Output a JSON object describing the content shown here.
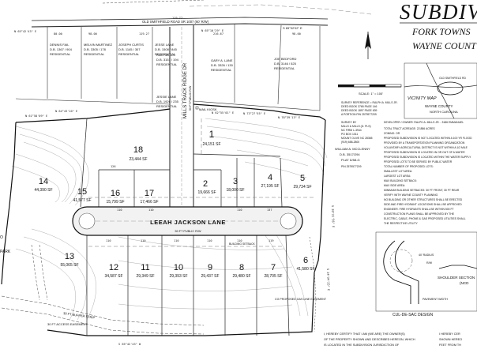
{
  "title": {
    "main": "SUBDIVIS",
    "township": "FORK TOWNS",
    "county": "WAYNE COUNT"
  },
  "road_top": "OLD SMITHFIELD ROAD SR 1007 (60' R/W)",
  "road_top_right": "S 65°02'02\" E",
  "main_street": {
    "name": "LEEAH JACKSON LANE",
    "rw": "50 FT PUBLIC R/W"
  },
  "side_street": {
    "name": "MILLS TRACK RIDGE DR",
    "rw": "50 FT PUBLIC R/W"
  },
  "lots": [
    {
      "num": "1",
      "area": "24,151 SF"
    },
    {
      "num": "2",
      "area": "19,666 SF"
    },
    {
      "num": "3",
      "area": "18,000 SF"
    },
    {
      "num": "4",
      "area": "27,195 SF"
    },
    {
      "num": "5",
      "area": "29,734 SF"
    },
    {
      "num": "6",
      "area": "41,580 SF"
    },
    {
      "num": "7",
      "area": "28,705 SF"
    },
    {
      "num": "8",
      "area": "29,480 SF"
    },
    {
      "num": "9",
      "area": "29,437 SF"
    },
    {
      "num": "10",
      "area": "29,393 SF"
    },
    {
      "num": "11",
      "area": "29,349 SF"
    },
    {
      "num": "12",
      "area": "34,587 SF"
    },
    {
      "num": "13",
      "area": "55,065 SF"
    },
    {
      "num": "14",
      "area": "44,390 SF"
    },
    {
      "num": "15",
      "area": "41,577 SF"
    },
    {
      "num": "16",
      "area": "15,799 SF"
    },
    {
      "num": "17",
      "area": "17,466 SF"
    },
    {
      "num": "18",
      "area": "23,444 SF"
    }
  ],
  "adjacent_owners": [
    {
      "name": "DENNIS FAIL",
      "ref": "D.B. 1367 / 904",
      "use": "RESIDENTIAL"
    },
    {
      "name": "MELVIN MARTINEZ",
      "ref": "D.B. 3305 / 178",
      "use": "RESIDENTIAL"
    },
    {
      "name": "JOSEPH CURTIS",
      "ref": "D.B. 1145 / 307",
      "use": "RESIDENTIAL"
    },
    {
      "name": "JESSE LANE",
      "ref": "D.B. 1508 / 845",
      "use": "RESIDENTIAL"
    },
    {
      "name": "RACT3B LLC",
      "ref": "D.B. 3151 / 194",
      "use": "RESIDENTIAL"
    },
    {
      "name": "JESSIE LANE",
      "ref": "D.B. 1926 / 235",
      "use": "RESIDENTIAL"
    },
    {
      "name": "GARY A. LANE",
      "ref": "D.B. 3326 / 130",
      "use": "RESIDENTIAL"
    },
    {
      "name": "JOE BEDFORD",
      "ref": "D.B. 3146 / 525",
      "use": "RESIDENTIAL"
    }
  ],
  "owner_right": {
    "name": "WILLIAM A. MCCLENNY",
    "ref": "D.B. 3517/294",
    "plat": "PLAT D/58-G"
  },
  "mail_kiosk": "MAIL KIOSK",
  "easements": {
    "access": "30 FT ACCESS EASEMENT",
    "buffer": "30 FT BUFFER STRIP",
    "gas": "CG PROPOSED GAS LINE EASEMENT",
    "building": "BUILDING SETBACK"
  },
  "scale": "SCALE: 1\" = 100'",
  "vicinity": {
    "title": "VICINITY MAP",
    "county": "WAYNE COUNTY",
    "state": "NORTH CAROLINA",
    "road": "OLD SMITHFIELD RD"
  },
  "notes_heading": "DEVELOPER / OWNER: RALPH A. MILLS JR. - 3186 EMMANUEL",
  "notes": [
    "SURVEY REFERENCE = RALPH A. MILLS JR.",
    "DEED BOOK 3765 PAGE 146",
    "DEED BOOK 1897 PAGE 639",
    "A PORTION PIN 2579577209",
    "TOTAL TRACT ACREAGE: 22.886 ACRES",
    "ZONING: OR",
    "PROPOSED SUBDIVISION IS NOT LOCATED WITHIN A 100 YR FLOOD",
    "PROVIDED BY A TRANSPORTATION PLANNING ORGANIZATION",
    "VOLUNTARY AGRICULTURAL DISTRICT IS NOT WITHIN A 1/2 MILE",
    "PROPOSED SUBDIVISION IS LOCATED IN OR OUT OF A WATER",
    "PROPOSED SUBDIVISION IS LOCATED WITHIN THE WATER SUPPLY",
    "PROPOSED LOTS TO BE SERVED BY PUBLIC WATER",
    "TOTAL NUMBER OF PROPOSED LOTS:",
    "SMALLEST LOT AREA:",
    "LARGEST LOT AREA:",
    "MAX BUILDING SETBACK:",
    "MAX SIDE AREA:",
    "MINIMUM BUILDING SETBACKS: 30 FT FRONT, 30 FT REAR",
    "VERIFY WITH WAYNE COUNTY PLANNING",
    "NO BUILDING OR OTHER STRUCTURES SHALL BE ERECTED",
    "SIDE AND FIRE HYDRANT LOCATIONS SHALL BE APPROVED",
    "ENGINEER. FIRE HYDRANTS SHALL BE WITHIN 500 FT",
    "CONSTRUCTION PLANS SHALL BE APPROVED BY THE",
    "ELECTRIC, CABLE, PHONE & GAS PROPOSED UTILITIES SHALL",
    "THE RESPECTIVE UTILITY"
  ],
  "surveyor": [
    "SURVEY BY",
    "MILLS & MILLS (D. PLS)",
    "NC FIRM L-3944",
    "PO BOX 1011",
    "MOUNT OLIVE NC 28365",
    "(919) 658-2800"
  ],
  "pin": "PIN 2579577209",
  "cul_de_sac": {
    "title": "CUL-DE-SAC DESIGN",
    "pavement": "PAVEMENT WIDTH",
    "radius": "40' RADIUS",
    "rw": "R/W"
  },
  "shoulder": {
    "title": "SHOULDER SECTION",
    "note": "(NCD"
  },
  "certification": [
    "I, HEREBY CERTIFY THAT I AM (WE ARE) THE OWNER(S)",
    "OF THE PROPERTY SHOWN AND DESCRIBED HEREON, WHICH",
    "IS LOCATED IN THE SUBDIVISION JURISDICTION OF"
  ],
  "certification_right": [
    "I HEREBY CER",
    "SHOWN HEREO",
    "FEET FROM TH"
  ],
  "edge_left": [
    "O",
    "PARK"
  ],
  "road_bearing_bottom": "S 65°42'43\" W",
  "other_bearings": {
    "n1": "N 65°42'43\" E",
    "n2": "N 65°10'29\" E",
    "n3": "N 64°43'10\" E",
    "n4": "N 62°55'01\" E",
    "n5": "N 61°58'09\" E",
    "n6": "N 73°27'55\" E",
    "n7": "N 78°39'13\" E",
    "s1": "S 20°31'56\" E",
    "s2": "S 24°34'25\" E"
  },
  "dims": {
    "top": [
      "119.27",
      "216.67",
      "98.00",
      "98.00",
      "80.00",
      "119.77"
    ],
    "mid": [
      "126",
      "110",
      "110",
      "110",
      "137"
    ],
    "bot": [
      "110",
      "110",
      "110",
      "110",
      "110",
      "119"
    ]
  }
}
